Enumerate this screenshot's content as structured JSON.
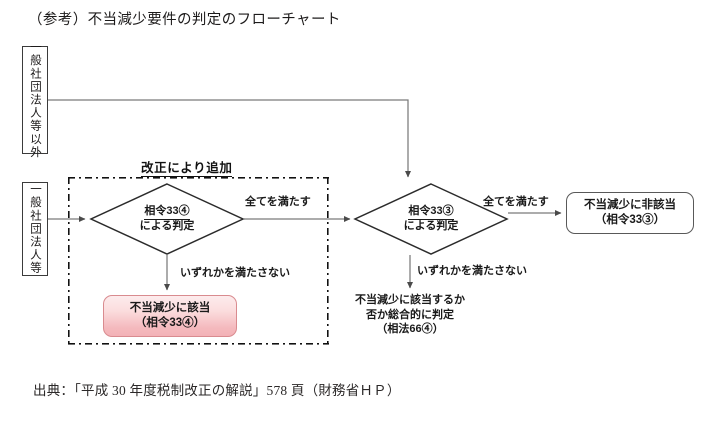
{
  "page": {
    "title": "（参考）不当減少要件の判定のフローチャート",
    "footer": "出典：「平成 30 年度税制改正の解説」578 頁（財務省ＨＰ）"
  },
  "flowchart": {
    "entry_boxes": [
      {
        "id": "outside",
        "text": "一般社団法人等以外"
      },
      {
        "id": "inside",
        "text": "一般社団法人等"
      }
    ],
    "amendment_caption": "改正により追加",
    "decisions": [
      {
        "id": "left",
        "line1": "相令33④",
        "line2": "による判定"
      },
      {
        "id": "right",
        "line1": "相令33③",
        "line2": "による判定"
      }
    ],
    "results": [
      {
        "id": "gaitou",
        "line1": "不当減少に該当",
        "line2": "（相令33④）"
      },
      {
        "id": "higaitou",
        "line1": "不当減少に非該当",
        "line2": "（相令33③）"
      }
    ],
    "judgement_note": {
      "line1": "不当減少に該当するか",
      "line2": "否か総合的に判定",
      "line3": "（相法66④）"
    },
    "edge_labels": {
      "all_satisfied_1": "全てを満たす",
      "all_satisfied_2": "全てを満たす",
      "some_unsatisfied_1": "いずれかを満たさない",
      "some_unsatisfied_2": "いずれかを満たさない"
    },
    "colors": {
      "pink_fill_top": "#fdeced",
      "pink_fill_bottom": "#f3b2b7",
      "pink_border": "#d98b8f",
      "line": "#595959",
      "text": "#1a1a1a"
    }
  }
}
